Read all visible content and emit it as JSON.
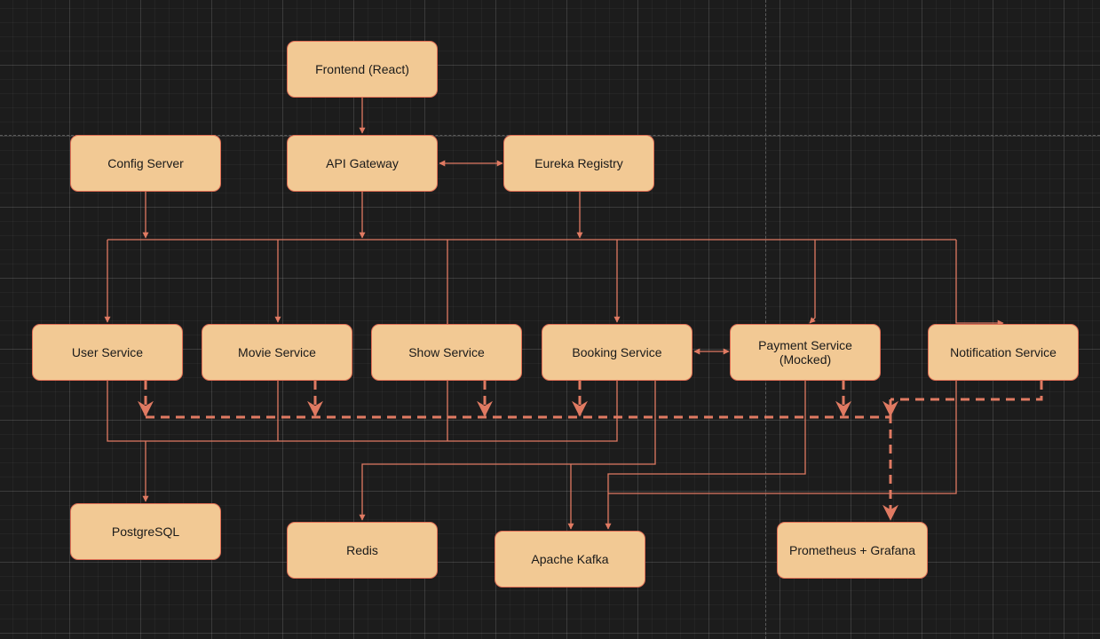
{
  "colors": {
    "background": "#1c1c1c",
    "node_fill": "#f2c994",
    "node_border": "#e06f55",
    "edge": "#e07a62",
    "text": "#1a1a1a"
  },
  "nodes": {
    "frontend": "Frontend (React)",
    "config_server": "Config Server",
    "api_gateway": "API Gateway",
    "eureka_registry": "Eureka Registry",
    "user_service": "User Service",
    "movie_service": "Movie Service",
    "show_service": "Show Service",
    "booking_service": "Booking Service",
    "payment_service": "Payment Service (Mocked)",
    "notification_service": "Notification Service",
    "postgresql": "PostgreSQL",
    "redis": "Redis",
    "apache_kafka": "Apache Kafka",
    "prometheus_grafana": "Prometheus + Grafana"
  },
  "edges": [
    {
      "from": "frontend",
      "to": "api_gateway",
      "style": "solid"
    },
    {
      "from": "api_gateway",
      "to": "eureka_registry",
      "style": "solid",
      "bidirectional": true
    },
    {
      "from": "config_server",
      "to": "services_bus",
      "style": "solid"
    },
    {
      "from": "api_gateway",
      "to": "services_bus",
      "style": "solid"
    },
    {
      "from": "eureka_registry",
      "to": "services_bus",
      "style": "solid"
    },
    {
      "from": "services_bus",
      "to": "user_service",
      "style": "solid"
    },
    {
      "from": "services_bus",
      "to": "movie_service",
      "style": "solid"
    },
    {
      "from": "services_bus",
      "to": "booking_service",
      "style": "solid"
    },
    {
      "from": "services_bus",
      "to": "payment_service",
      "style": "solid"
    },
    {
      "from": "services_bus",
      "to": "notification_service",
      "style": "solid"
    },
    {
      "from": "booking_service",
      "to": "payment_service",
      "style": "solid",
      "bidirectional": true
    },
    {
      "from": "user_service",
      "to": "postgresql",
      "style": "solid"
    },
    {
      "from": "movie_service",
      "to": "postgresql",
      "style": "solid"
    },
    {
      "from": "show_service",
      "to": "postgresql",
      "style": "solid"
    },
    {
      "from": "booking_service",
      "to": "postgresql",
      "style": "solid"
    },
    {
      "from": "booking_service",
      "to": "redis",
      "style": "solid"
    },
    {
      "from": "booking_service",
      "to": "apache_kafka",
      "style": "solid"
    },
    {
      "from": "payment_service",
      "to": "apache_kafka",
      "style": "solid"
    },
    {
      "from": "notification_service",
      "to": "apache_kafka",
      "style": "solid"
    },
    {
      "from": "all_services",
      "to": "prometheus_grafana",
      "style": "dashed"
    }
  ]
}
